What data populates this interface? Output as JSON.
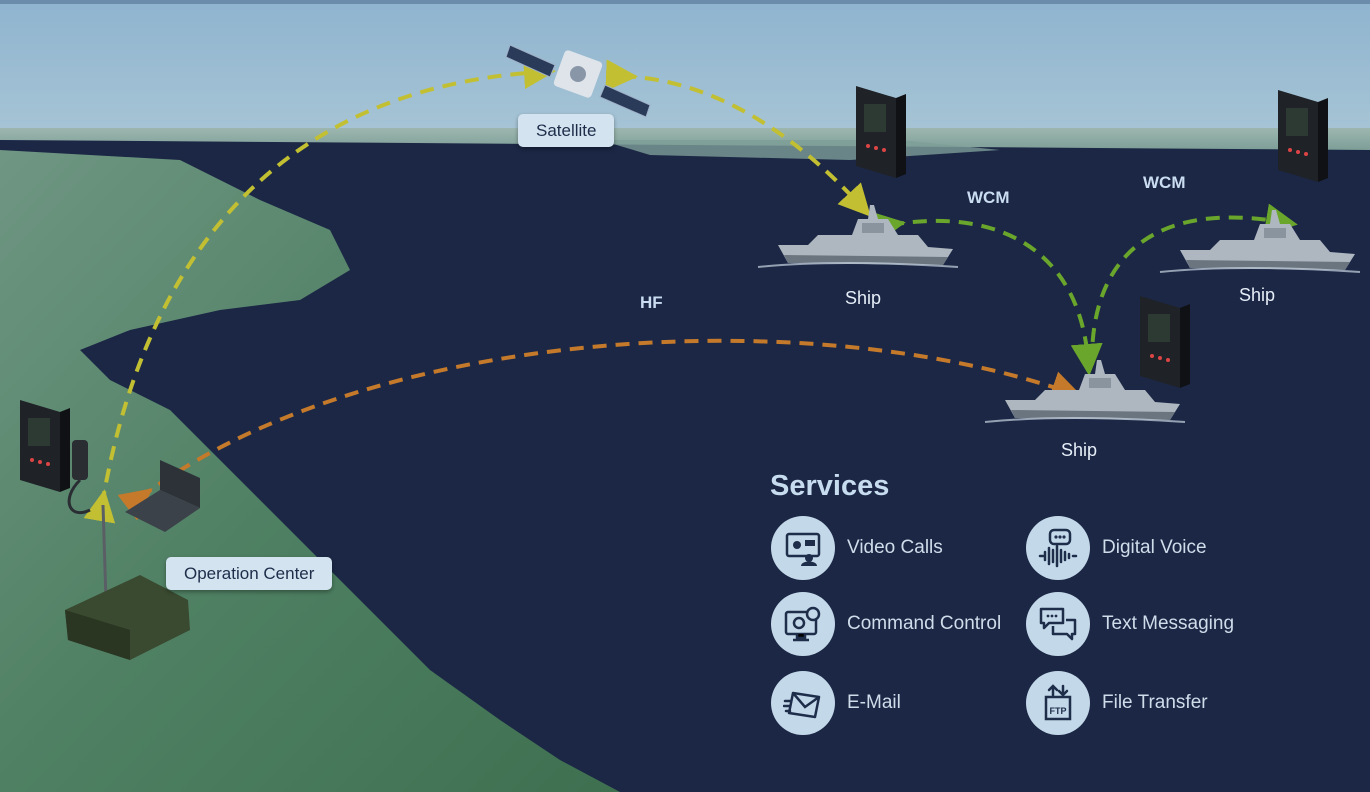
{
  "nodes": {
    "satellite": "Satellite",
    "operation_center": "Operation Center",
    "ship_1": "Ship",
    "ship_2": "Ship",
    "ship_3": "Ship"
  },
  "links": {
    "hf": "HF",
    "wcm_1": "WCM",
    "wcm_2": "WCM"
  },
  "services": {
    "title": "Services",
    "items": [
      {
        "label": "Video Calls",
        "icon": "video-call-icon"
      },
      {
        "label": "Digital Voice",
        "icon": "digital-voice-icon"
      },
      {
        "label": "Command Control",
        "icon": "command-control-icon"
      },
      {
        "label": "Text Messaging",
        "icon": "text-messaging-icon"
      },
      {
        "label": "E-Mail",
        "icon": "email-icon"
      },
      {
        "label": "File Transfer",
        "icon": "ftp-icon"
      }
    ]
  },
  "colors": {
    "satellite_link": "#c2c032",
    "wcm_link": "#6aa62c",
    "hf_link": "#c47a2a",
    "sea": "#1b2745",
    "land": "#5a8a70",
    "label_bg": "#d3e3ef",
    "icon_bg": "#c3d8e8"
  }
}
